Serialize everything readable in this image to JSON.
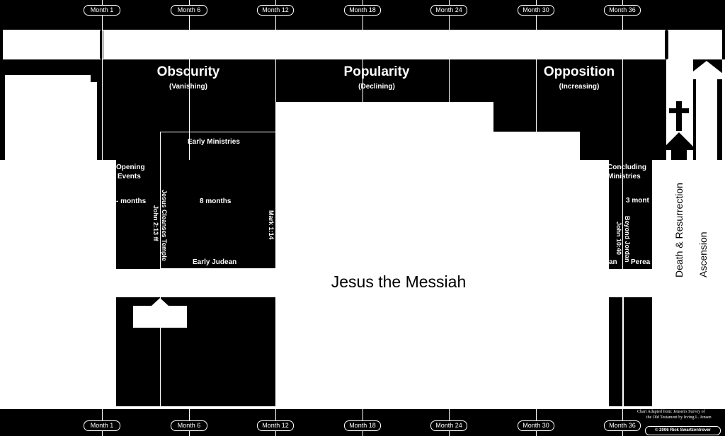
{
  "months": {
    "top": [
      "Month 1",
      "Month 6",
      "Month 12",
      "Month 18",
      "Month 24",
      "Month 30",
      "Month 36"
    ],
    "bottom": [
      "Month 1",
      "Month 6",
      "Month 12",
      "Month 18",
      "Month 24",
      "Month 30",
      "Month 36"
    ]
  },
  "phases": [
    {
      "title": "Obscurity",
      "subtitle": "(Vanishing)"
    },
    {
      "title": "Popularity",
      "subtitle": "(Declining)"
    },
    {
      "title": "Opposition",
      "subtitle": "(Increasing)"
    }
  ],
  "blocks": {
    "opening": {
      "title_line1": "Opening",
      "title_line2": "Events",
      "duration": "- months"
    },
    "early": {
      "title": "Early Ministries",
      "duration": "8 months",
      "region": "Early Judean",
      "ref_left_1": "Jesus Cleanses Temple",
      "ref_left_2": "John 2:13 ff",
      "ref_right": "Mark 1:14"
    },
    "concluding": {
      "title_line1": "Concluding",
      "title_line2": "Ministries",
      "duration": "3 mont",
      "ref_1": "John 10:40",
      "ref_2": "Beyond Jordan",
      "region_left": "an",
      "region_right": "Perea"
    }
  },
  "events": {
    "death": "Death & Resurrection",
    "ascension": "Ascension"
  },
  "main_title": "Jesus the Messiah",
  "credits": {
    "adapted_line1": "Chart Adapted from: Jensen's Survey of",
    "adapted_line2": "the Old Testament by Irving L. Jensen",
    "copyright": "© 2006 Rick Swartzentrover"
  }
}
